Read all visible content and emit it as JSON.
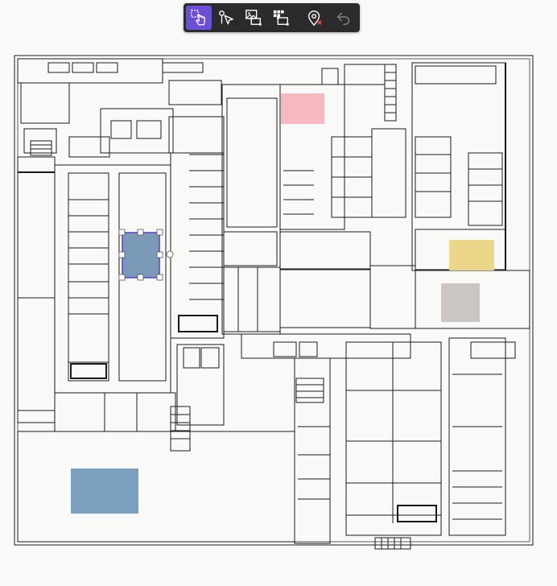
{
  "toolbar": {
    "tools": [
      {
        "name": "select-tool-button",
        "icon": "pointer-hand-select-icon",
        "active": true
      },
      {
        "name": "point-select-button",
        "icon": "pin-cursor-icon",
        "active": false
      },
      {
        "name": "image-area-button",
        "icon": "image-bounding-box-icon",
        "active": false
      },
      {
        "name": "grid-area-button",
        "icon": "grid-bounding-box-icon",
        "active": false
      },
      {
        "name": "remove-location-button",
        "icon": "location-pin-remove-icon",
        "active": false
      },
      {
        "name": "undo-button",
        "icon": "undo-arrow-icon",
        "active": false,
        "disabled": true
      }
    ]
  },
  "colors": {
    "accent": "#6b4fd8",
    "zone_pink": "#f7b8c0",
    "zone_yellow": "#ecd68a",
    "zone_gray": "#cbc6c3",
    "zone_blue": "#7aa0c0",
    "selected_fill": "#7b9ab8",
    "selected_outline": "#5a3fd0",
    "wall": "#1a1a1a"
  },
  "zones": [
    {
      "name": "pink-zone",
      "color": "zone_pink"
    },
    {
      "name": "yellow-zone",
      "color": "zone_yellow"
    },
    {
      "name": "gray-zone",
      "color": "zone_gray"
    },
    {
      "name": "blue-zone",
      "color": "zone_blue"
    },
    {
      "name": "selected-zone",
      "color": "selected_fill",
      "selected": true
    }
  ]
}
